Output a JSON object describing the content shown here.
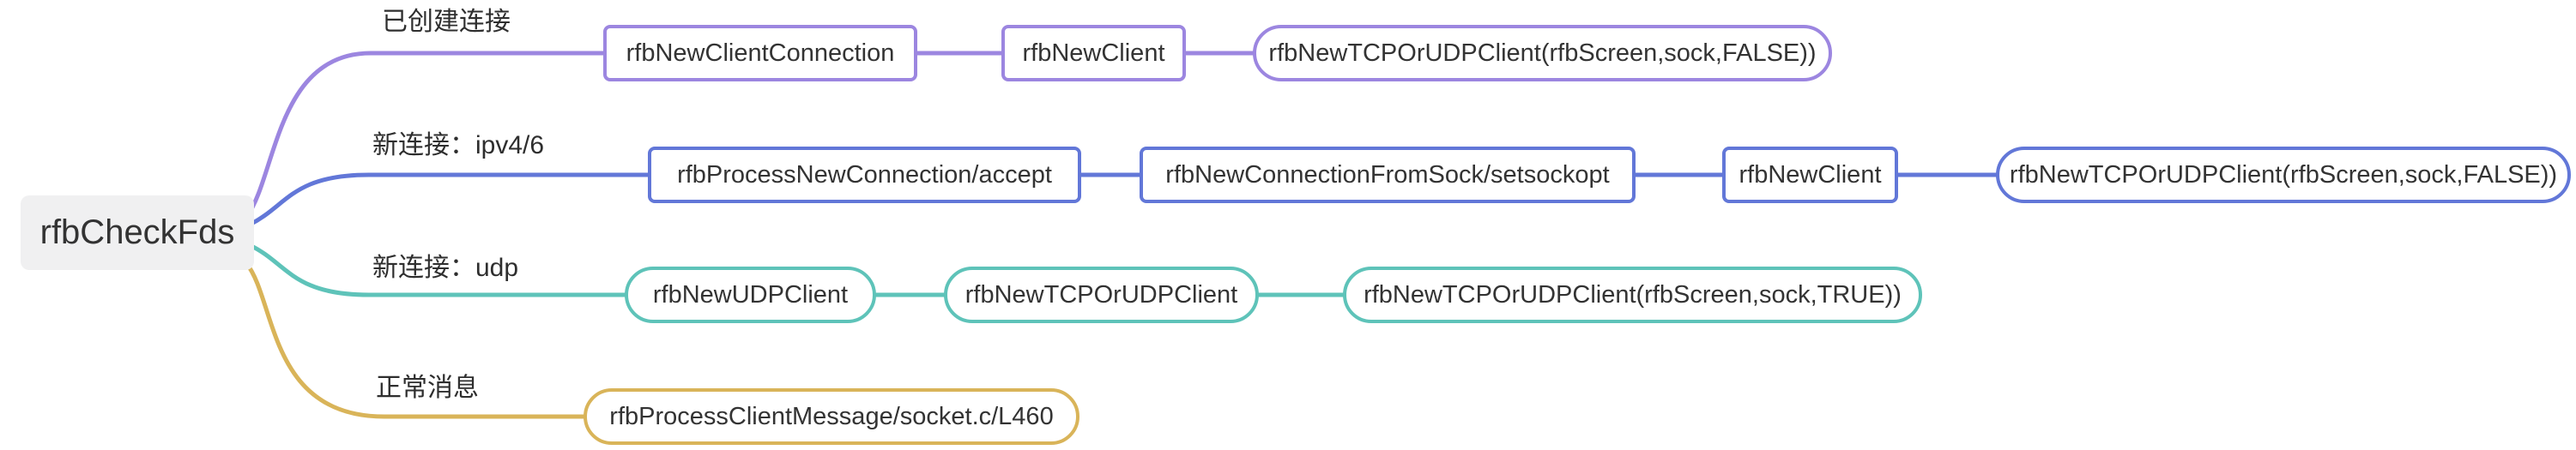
{
  "root": {
    "label": "rfbCheckFds",
    "fill": "#f0f0f1",
    "text_color": "#333333"
  },
  "branches": [
    {
      "label": "已创建连接",
      "color": "#9c86e0",
      "nodes": [
        {
          "text": "rfbNewClientConnection",
          "shape": "rect"
        },
        {
          "text": "rfbNewClient",
          "shape": "rect"
        },
        {
          "text": "rfbNewTCPOrUDPClient(rfbScreen,sock,FALSE))",
          "shape": "pill"
        }
      ]
    },
    {
      "label": "新连接：ipv4/6",
      "color": "#6277d8",
      "nodes": [
        {
          "text": "rfbProcessNewConnection/accept",
          "shape": "rect"
        },
        {
          "text": "rfbNewConnectionFromSock/setsockopt",
          "shape": "rect"
        },
        {
          "text": "rfbNewClient",
          "shape": "rect"
        },
        {
          "text": "rfbNewTCPOrUDPClient(rfbScreen,sock,FALSE))",
          "shape": "pill"
        }
      ]
    },
    {
      "label": "新连接：udp",
      "color": "#5ec3b9",
      "nodes": [
        {
          "text": "rfbNewUDPClient",
          "shape": "pill"
        },
        {
          "text": "rfbNewTCPOrUDPClient",
          "shape": "pill"
        },
        {
          "text": "rfbNewTCPOrUDPClient(rfbScreen,sock,TRUE))",
          "shape": "pill"
        }
      ]
    },
    {
      "label": "正常消息",
      "color": "#d9b459",
      "nodes": [
        {
          "text": "rfbProcessClientMessage/socket.c/L460",
          "shape": "pill"
        }
      ]
    }
  ]
}
